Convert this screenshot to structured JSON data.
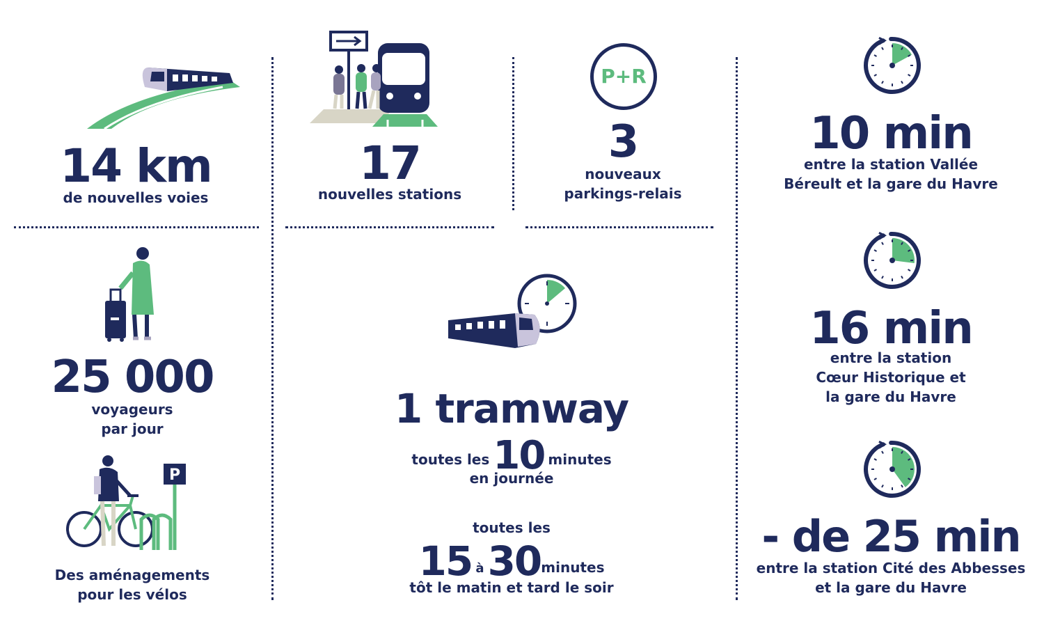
{
  "colors": {
    "navy": "#1f2a5c",
    "green": "#5dbb7e",
    "lavender": "#c9c4dc",
    "paving": "#d8d5c6"
  },
  "stats": {
    "km": {
      "value": "14 km",
      "caption": "de nouvelles voies",
      "icon": "tram-on-track-icon"
    },
    "stations": {
      "value": "17",
      "caption": "nouvelles stations",
      "icon": "tram-station-icon"
    },
    "parking": {
      "badge": "P+R",
      "value": "3",
      "caption_line1": "nouveaux",
      "caption_line2": "parkings-relais",
      "icon": "park-and-ride-icon"
    },
    "voyageurs": {
      "value": "25 000",
      "caption_line1": "voyageurs",
      "caption_line2": "par jour",
      "icon": "traveler-with-suitcase-icon"
    },
    "velos": {
      "caption_line1": "Des aménagements",
      "caption_line2": "pour les vélos",
      "parking_badge": "P",
      "icon": "cyclist-bike-parking-icon"
    }
  },
  "frequency": {
    "headline": "1 tramway",
    "day_prefix": "toutes les",
    "day_number": "10",
    "day_suffix": "minutes",
    "day_note": "en journée",
    "off_prefix": "toutes les",
    "off_from": "15",
    "off_a": "à",
    "off_to": "30",
    "off_suffix": "minutes",
    "off_note": "tôt le matin et tard le soir",
    "icon": "tram-with-clock-icon"
  },
  "times": [
    {
      "value": "10 min",
      "line1": "entre la station Vallée",
      "line2": "Béreult et la gare du Havre",
      "line3": "",
      "icon": "clock-icon",
      "fraction": 0.17
    },
    {
      "value": "16 min",
      "line1": "entre la station",
      "line2": "Cœur Historique et",
      "line3": "la gare du Havre",
      "icon": "clock-icon",
      "fraction": 0.27
    },
    {
      "value": "- de 25 min",
      "line1": "entre la station Cité des Abbesses",
      "line2": "et la gare du Havre",
      "line3": "",
      "icon": "clock-icon",
      "fraction": 0.4
    }
  ]
}
